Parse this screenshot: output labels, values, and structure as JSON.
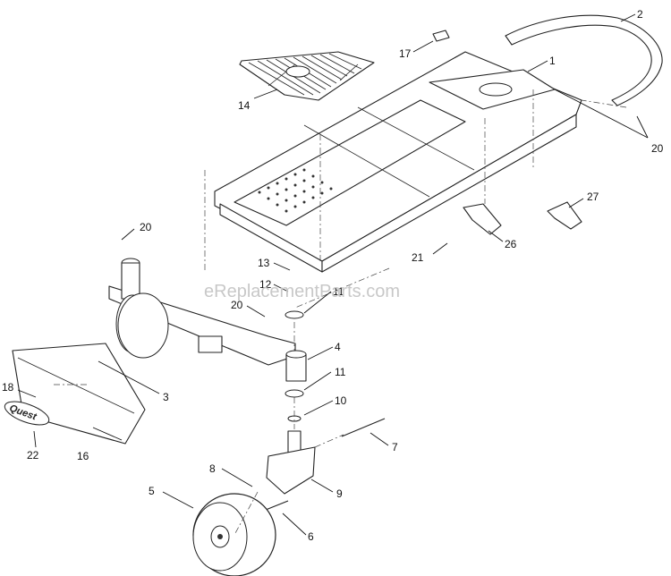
{
  "watermark": "eReplacementParts.com",
  "brand_decal": "Quest",
  "callouts": {
    "c1": "1",
    "c2": "2",
    "c3": "3",
    "c4": "4",
    "c5": "5",
    "c6": "6",
    "c7": "7",
    "c8": "8",
    "c9": "9",
    "c10": "10",
    "c11a": "11",
    "c11b": "11",
    "c12": "12",
    "c13": "13",
    "c14": "14",
    "c16": "16",
    "c17": "17",
    "c18": "18",
    "c20a": "20",
    "c20b": "20",
    "c20c": "20",
    "c21": "21",
    "c22": "22",
    "c26": "26",
    "c27": "27"
  }
}
